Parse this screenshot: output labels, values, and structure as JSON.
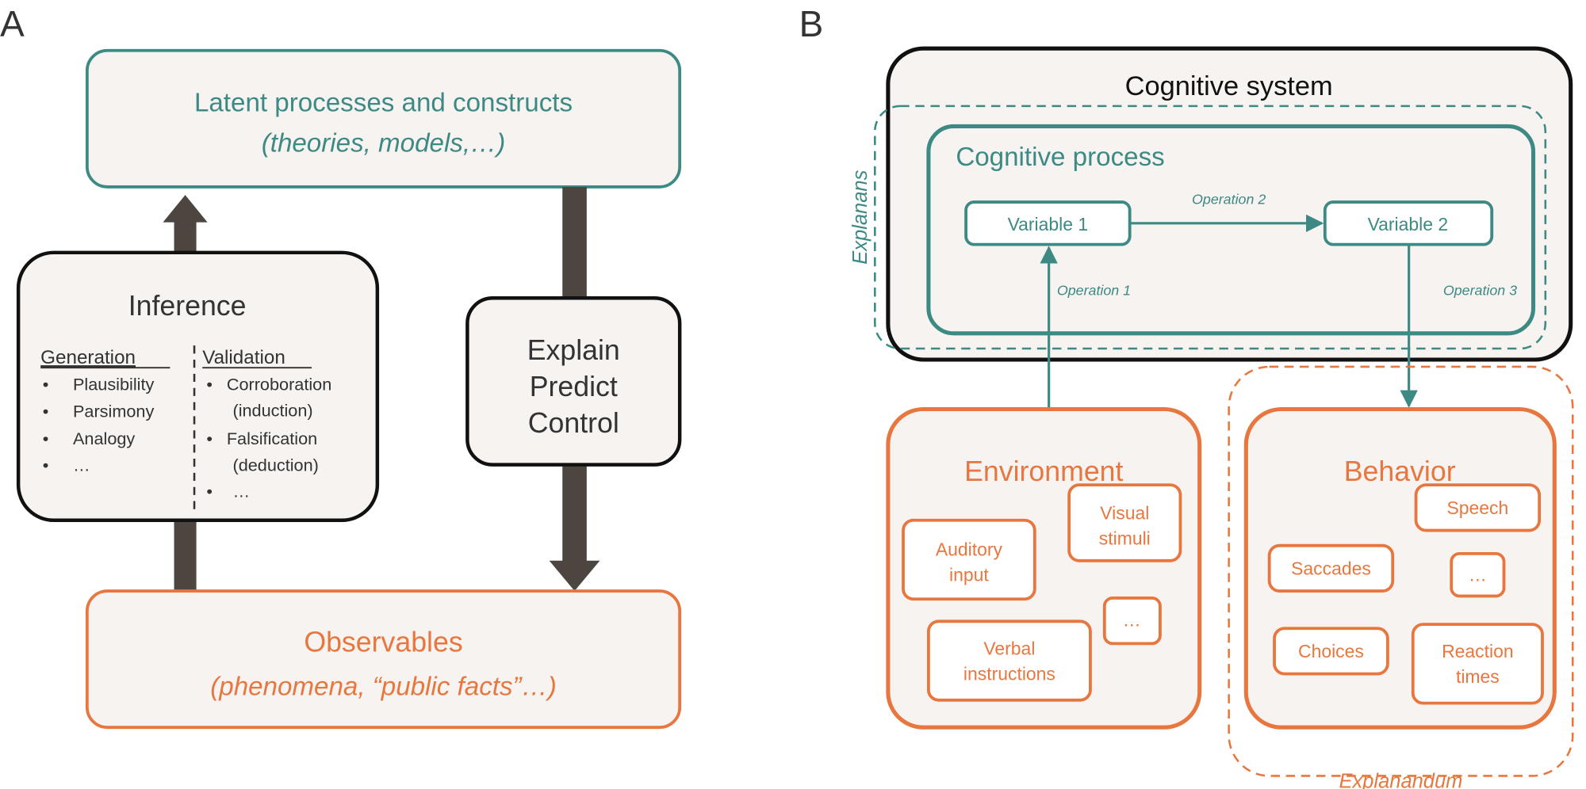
{
  "colors": {
    "teal": "#3d8a84",
    "orange": "#e8773f",
    "dark": "#333333",
    "arrow": "#4d4540",
    "box_fill": "#f6f3f1"
  },
  "panel_a": {
    "label": "A",
    "latent": {
      "title": "Latent processes and constructs",
      "subtitle": "(theories, models,…)"
    },
    "inference": {
      "title": "Inference",
      "generation": {
        "heading": "Generation",
        "items": [
          "Plausibility",
          "Parsimony",
          "Analogy",
          "…"
        ]
      },
      "validation": {
        "heading": "Validation",
        "items": [
          "Corroboration",
          "(induction)",
          "Falsification",
          "(deduction)",
          "…"
        ]
      }
    },
    "epc": {
      "lines": [
        "Explain",
        "Predict",
        "Control"
      ]
    },
    "observables": {
      "title": "Observables",
      "subtitle": "(phenomena, “public facts”…)"
    }
  },
  "panel_b": {
    "label": "B",
    "cognitive_system": "Cognitive system",
    "explanans": "Explanans",
    "cognitive_process": "Cognitive process",
    "variable1": "Variable 1",
    "variable2": "Variable 2",
    "operation1": "Operation 1",
    "operation2": "Operation 2",
    "operation3": "Operation 3",
    "environment": {
      "title": "Environment",
      "auditory": [
        "Auditory",
        "input"
      ],
      "visual": [
        "Visual",
        "stimuli"
      ],
      "verbal": [
        "Verbal",
        "instructions"
      ],
      "more": "…"
    },
    "behavior": {
      "title": "Behavior",
      "speech": "Speech",
      "saccades": "Saccades",
      "more": "…",
      "choices": "Choices",
      "reaction": [
        "Reaction",
        "times"
      ]
    },
    "explanandum": "Explanandum"
  }
}
